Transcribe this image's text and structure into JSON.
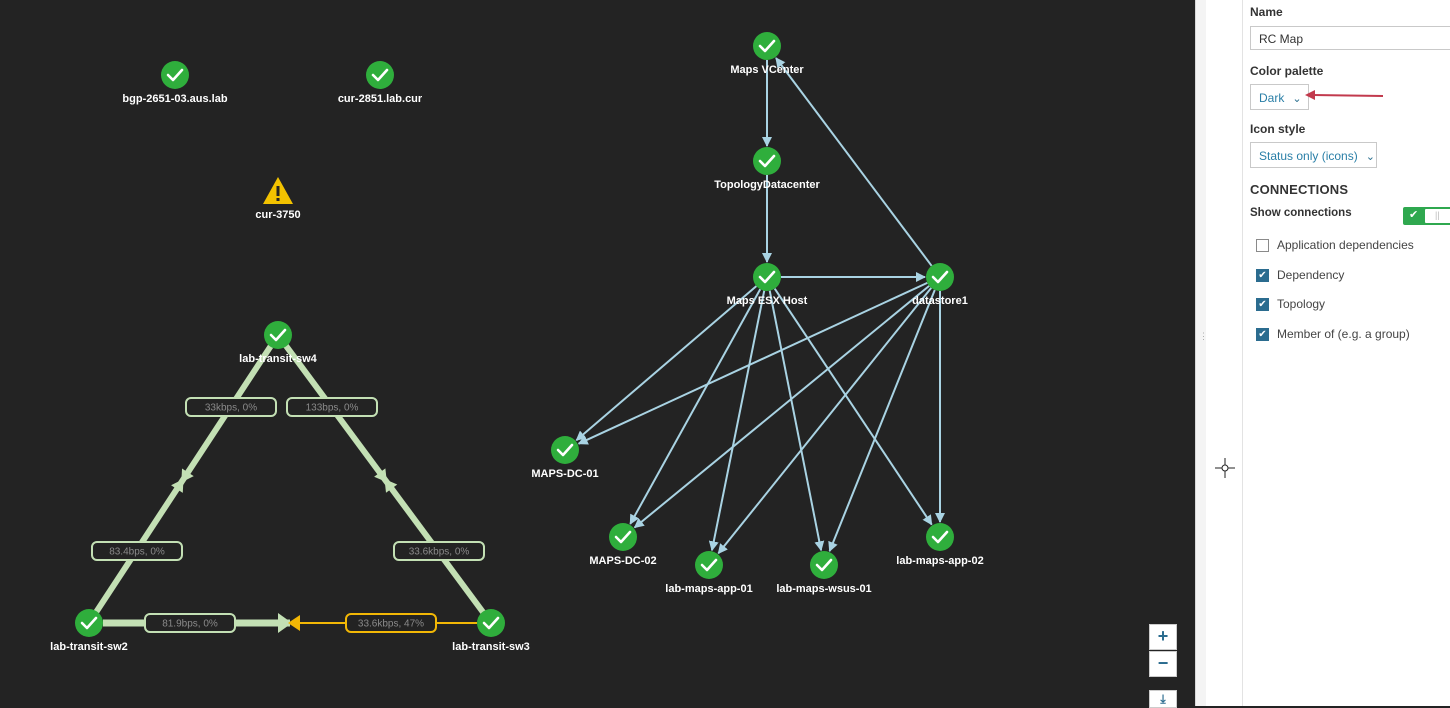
{
  "map": {
    "colors": {
      "ok": "#2fae3c",
      "warning": "#f2c200",
      "edge_dependency": "#a9d3e3",
      "edge_link": "#c3e0b4",
      "edge_warning": "#f2b705",
      "background": "#232323"
    },
    "nodes": [
      {
        "id": "bgp",
        "label": "bgp-2651-03.aus.lab",
        "status": "ok",
        "icon": "check-circle-icon"
      },
      {
        "id": "cur2851",
        "label": "cur-2851.lab.cur",
        "status": "ok",
        "icon": "check-circle-icon"
      },
      {
        "id": "cur3750",
        "label": "cur-3750",
        "status": "warning",
        "icon": "warning-triangle-icon"
      },
      {
        "id": "sw4",
        "label": "lab-transit-sw4",
        "status": "ok",
        "icon": "check-circle-icon"
      },
      {
        "id": "sw2",
        "label": "lab-transit-sw2",
        "status": "ok",
        "icon": "check-circle-icon"
      },
      {
        "id": "sw3",
        "label": "lab-transit-sw3",
        "status": "ok",
        "icon": "check-circle-icon"
      },
      {
        "id": "vcenter",
        "label": "Maps VCenter",
        "status": "ok",
        "icon": "check-circle-icon"
      },
      {
        "id": "topodc",
        "label": "TopologyDatacenter",
        "status": "ok",
        "icon": "check-circle-icon"
      },
      {
        "id": "esx",
        "label": "Maps ESX Host",
        "status": "ok",
        "icon": "check-circle-icon"
      },
      {
        "id": "ds1",
        "label": "datastore1",
        "status": "ok",
        "icon": "check-circle-icon"
      },
      {
        "id": "dc01",
        "label": "MAPS-DC-01",
        "status": "ok",
        "icon": "check-circle-icon"
      },
      {
        "id": "dc02",
        "label": "MAPS-DC-02",
        "status": "ok",
        "icon": "check-circle-icon"
      },
      {
        "id": "app01",
        "label": "lab-maps-app-01",
        "status": "ok",
        "icon": "check-circle-icon"
      },
      {
        "id": "wsus01",
        "label": "lab-maps-wsus-01",
        "status": "ok",
        "icon": "check-circle-icon"
      },
      {
        "id": "app02",
        "label": "lab-maps-app-02",
        "status": "ok",
        "icon": "check-circle-icon"
      }
    ],
    "link_labels": [
      {
        "id": "sw4-sw2-a",
        "text": "33kbps,  0%",
        "status": "ok"
      },
      {
        "id": "sw4-sw3-a",
        "text": "133bps,  0%",
        "status": "ok"
      },
      {
        "id": "sw2-sw4-b",
        "text": "83.4bps,  0%",
        "status": "ok"
      },
      {
        "id": "sw3-sw4-b",
        "text": "33.6kbps,  0%",
        "status": "ok"
      },
      {
        "id": "sw2-sw3",
        "text": "81.9bps,  0%",
        "status": "ok"
      },
      {
        "id": "sw3-sw2",
        "text": "33.6kbps,  47%",
        "status": "warning"
      }
    ],
    "dependencies": [
      [
        "vcenter",
        "topodc"
      ],
      [
        "topodc",
        "esx"
      ],
      [
        "esx",
        "ds1"
      ],
      [
        "ds1",
        "vcenter"
      ],
      [
        "esx",
        "dc01"
      ],
      [
        "esx",
        "dc02"
      ],
      [
        "esx",
        "app01"
      ],
      [
        "esx",
        "wsus01"
      ],
      [
        "esx",
        "app02"
      ],
      [
        "ds1",
        "dc01"
      ],
      [
        "ds1",
        "dc02"
      ],
      [
        "ds1",
        "app01"
      ],
      [
        "ds1",
        "wsus01"
      ],
      [
        "ds1",
        "app02"
      ]
    ],
    "zoom_in_label": "+",
    "zoom_out_label": "−"
  },
  "panel": {
    "name_label": "Name",
    "name_value": "RC Map",
    "palette_label": "Color palette",
    "palette_value": "Dark",
    "icon_style_label": "Icon style",
    "icon_style_value": "Status only (icons)",
    "connections_title": "CONNECTIONS",
    "show_connections_label": "Show connections",
    "show_connections_on": true,
    "options": [
      {
        "label": "Application dependencies",
        "checked": false
      },
      {
        "label": "Dependency",
        "checked": true
      },
      {
        "label": "Topology",
        "checked": true
      },
      {
        "label": "Member of (e.g. a group)",
        "checked": true
      }
    ]
  }
}
